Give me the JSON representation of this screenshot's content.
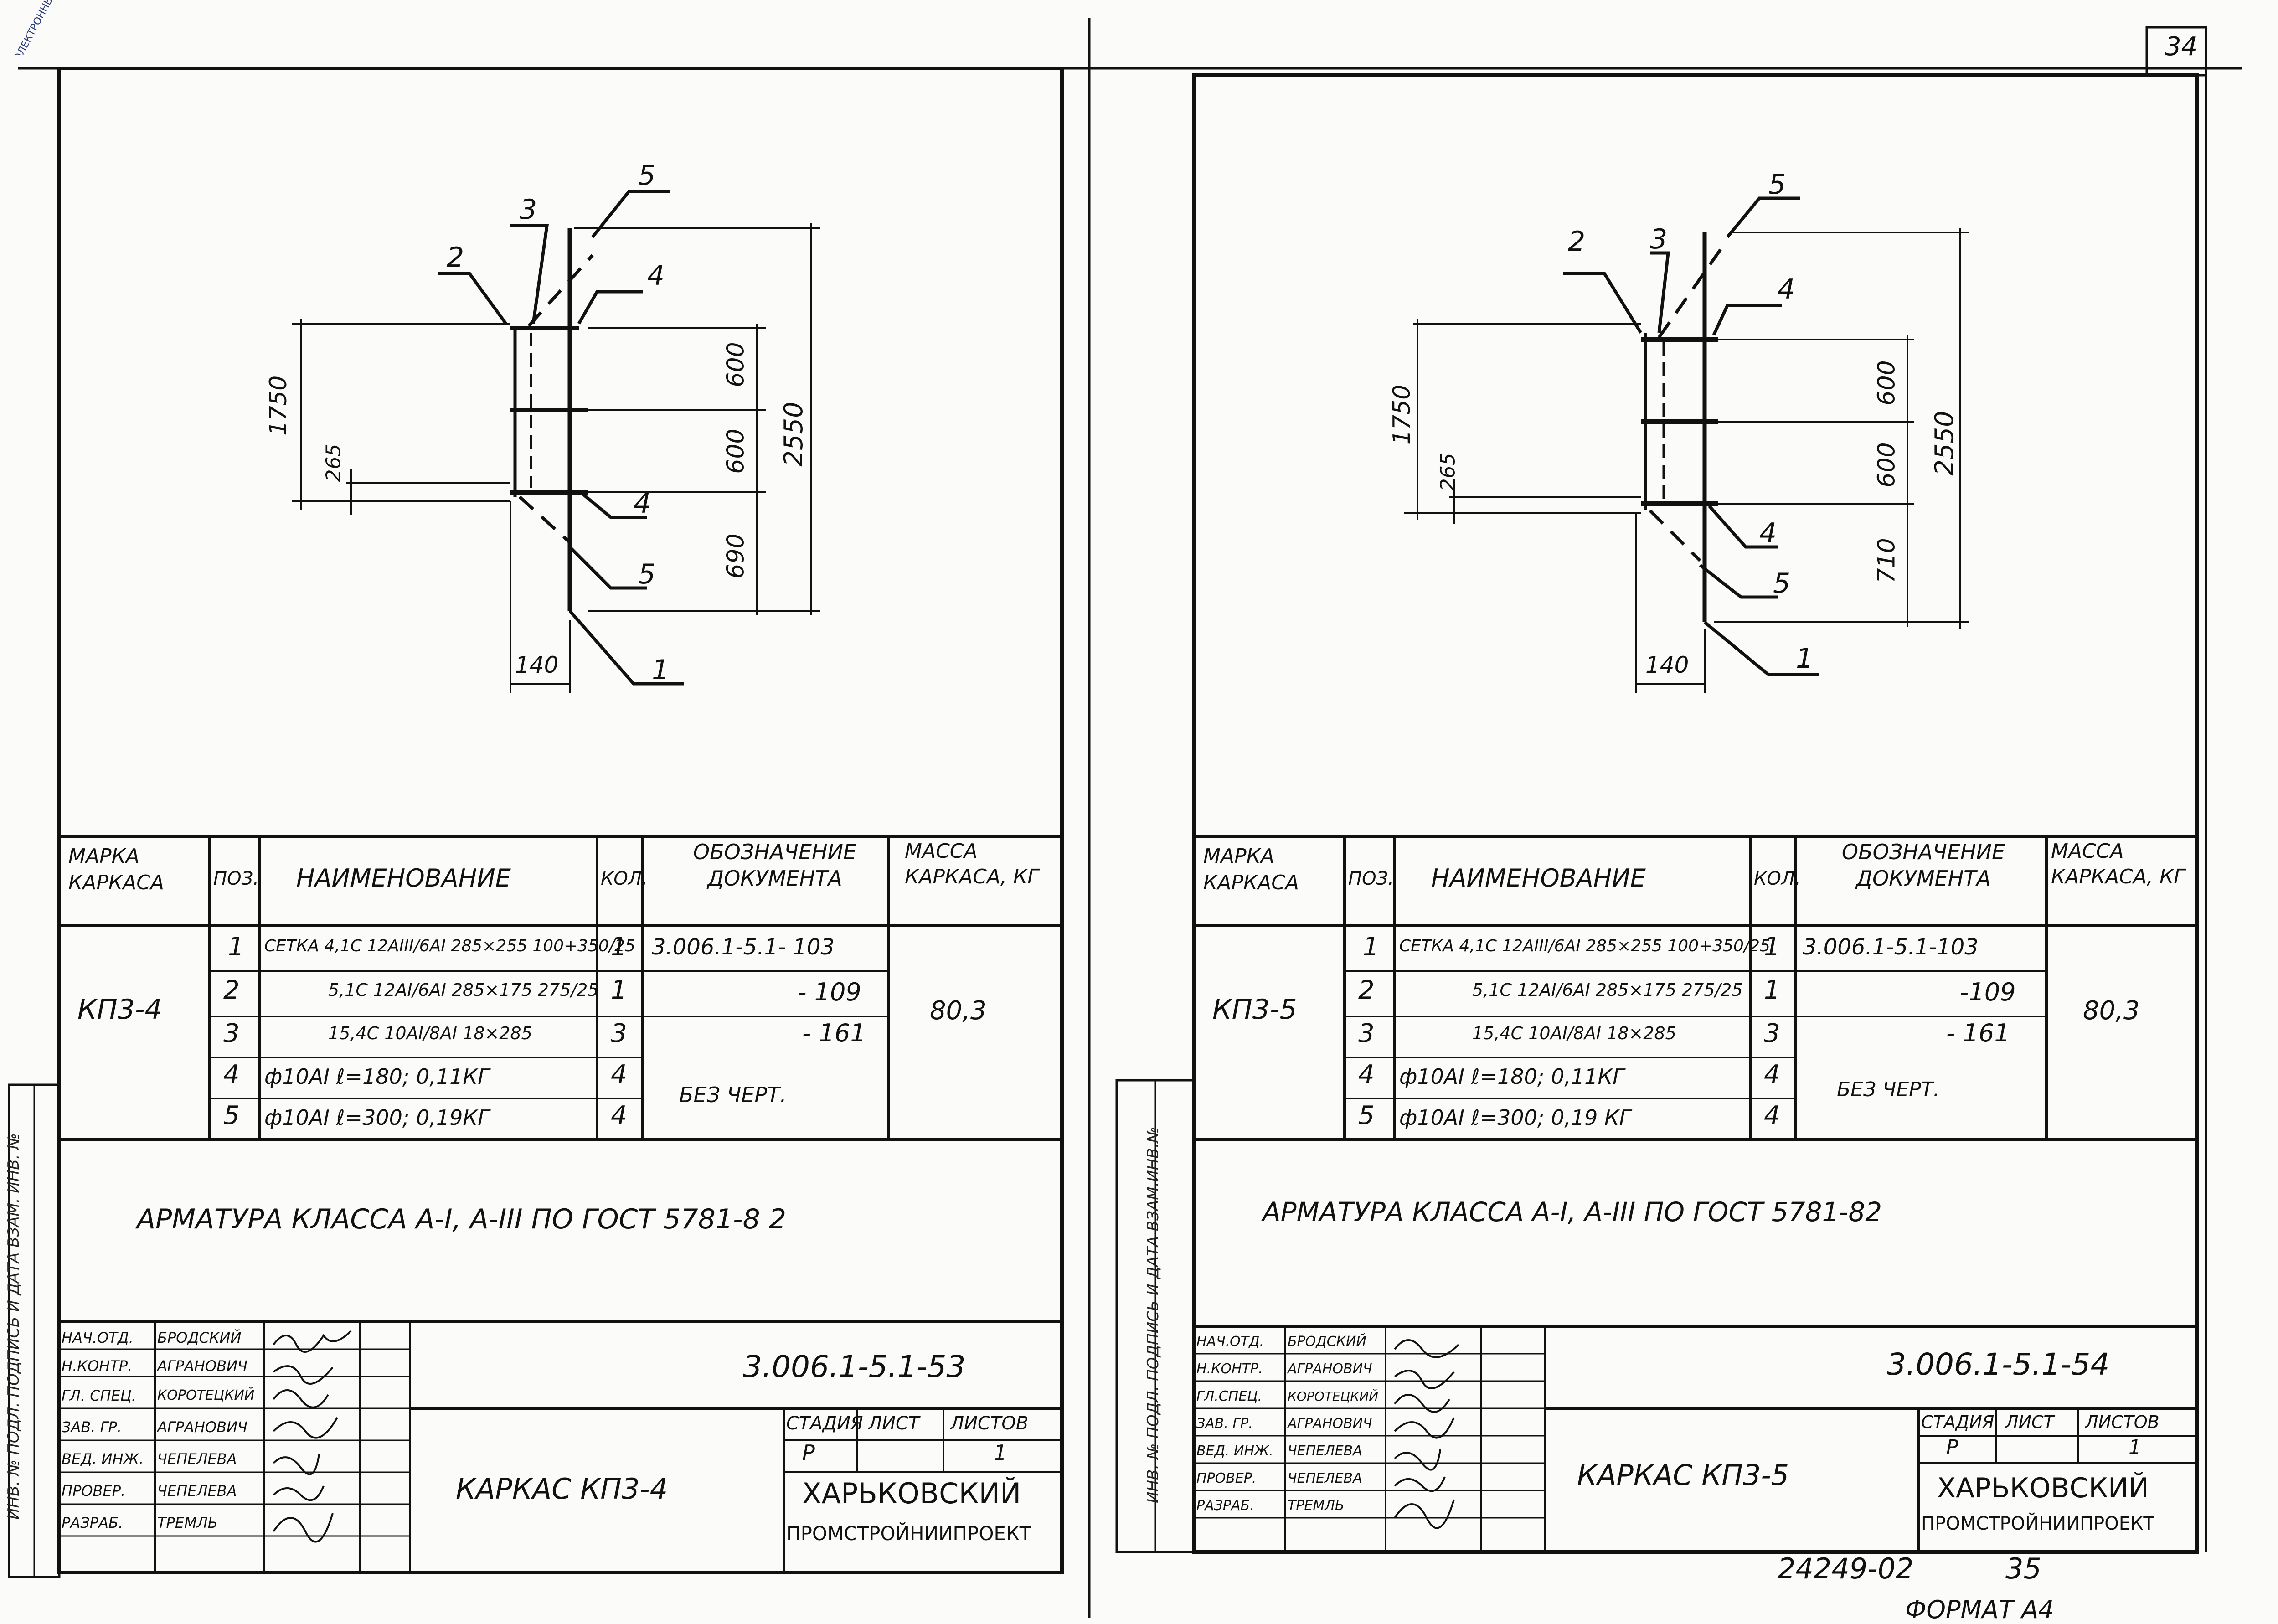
{
  "page_number": "34",
  "footer": {
    "code": "24249-02",
    "page": "35",
    "format": "ФОРМАТ А4"
  },
  "side_stamp": {
    "left_vertical": "ИНВ. № ПОДЛ.  ПОДПИСЬ И ДАТА  ВЗАМ. ИНВ. №",
    "right_vertical": "ИНВ. № ПОДЛ.  ПОДПИСЬ И ДАТА  ВЗАМ.ИНВ.№",
    "corner_stamp": "ЭЛЕКТРОННЫЙ АРХИВ"
  },
  "sheets": [
    {
      "drawing": {
        "callouts": [
          "1",
          "2",
          "3",
          "4",
          "4",
          "5",
          "5"
        ],
        "dims": {
          "w": "140",
          "left": "1750",
          "small": "265",
          "top": "600",
          "mid": "600",
          "bottom": "690",
          "total": "2550"
        }
      },
      "spec": {
        "headers": {
          "mark": "МАРКА КАРКАСА",
          "pos": "ПОЗ.",
          "name": "НАИМЕНОВАНИЕ",
          "qty": "КОЛ.",
          "doc": "ОБОЗНАЧЕНИЕ ДОКУМЕНТА",
          "mass": "МАССА КАРКАСА, КГ"
        },
        "mark": "КП3-4",
        "mass": "80,3",
        "rows": [
          {
            "pos": "1",
            "name": "СЕТКА 4,1С 12АIII/6АI 285×255 100+350/25",
            "qty": "1",
            "doc": "3.006.1-5.1- 103"
          },
          {
            "pos": "2",
            "name": "5,1С 12АI/6АI 285×175 275/25",
            "qty": "1",
            "doc": "- 109"
          },
          {
            "pos": "3",
            "name": "15,4С 10АI/8АI 18×285",
            "qty": "3",
            "doc": "- 161"
          },
          {
            "pos": "4",
            "name": "ф10АI  ℓ=180;  0,11КГ",
            "qty": "4",
            "doc": ""
          },
          {
            "pos": "5",
            "name": "ф10АI  ℓ=300;  0,19КГ",
            "qty": "4",
            "doc": ""
          }
        ],
        "doc_note": "БЕЗ ЧЕРТ."
      },
      "note": "АРМАТУРА  КЛАССА  А-I,  А-III  ПО  ГОСТ 5781-8 2",
      "title_block": {
        "roles": [
          "НАЧ.ОТД.",
          "Н.КОНТР.",
          "ГЛ. СПЕЦ.",
          "ЗАВ. ГР.",
          "ВЕД. ИНЖ.",
          "ПРОВЕР.",
          "РАЗРАБ."
        ],
        "names": [
          "БРОДСКИЙ",
          "АГРАНОВИЧ",
          "КОРОТЕЦКИЙ",
          "АГРАНОВИЧ",
          "ЧЕПЕЛЕВА",
          "ЧЕПЕЛЕВА",
          "ТРЕМЛЬ"
        ],
        "code": "3.006.1-5.1-53",
        "title": "КАРКАС КП3-4",
        "stage_label": "СТАДИЯ",
        "sheet_label": "ЛИСТ",
        "sheets_label": "ЛИСТОВ",
        "stage": "Р",
        "sheet": "",
        "sheets": "1",
        "org1": "ХАРЬКОВСКИЙ",
        "org2": "ПРОМСТРОЙНИИПРОЕКТ"
      }
    },
    {
      "drawing": {
        "callouts": [
          "1",
          "2",
          "3",
          "4",
          "4",
          "5",
          "5"
        ],
        "dims": {
          "w": "140",
          "left": "1750",
          "small": "265",
          "top": "600",
          "mid": "600",
          "bottom": "710",
          "total": "2550"
        }
      },
      "spec": {
        "headers": {
          "mark": "МАРКА КАРКАСА",
          "pos": "ПОЗ.",
          "name": "НАИМЕНОВАНИЕ",
          "qty": "КОЛ.",
          "doc": "ОБОЗНАЧЕНИЕ ДОКУМЕНТА",
          "mass": "МАССА КАРКАСА, КГ"
        },
        "mark": "КП3-5",
        "mass": "80,3",
        "rows": [
          {
            "pos": "1",
            "name": "СЕТКА 4,1С 12АIII/6АI 285×255 100+350/25",
            "qty": "1",
            "doc": "3.006.1-5.1-103"
          },
          {
            "pos": "2",
            "name": "5,1С 12АI/6АI 285×175 275/25",
            "qty": "1",
            "doc": "-109"
          },
          {
            "pos": "3",
            "name": "15,4С 10АI/8АI 18×285",
            "qty": "3",
            "doc": "- 161"
          },
          {
            "pos": "4",
            "name": "ф10АI  ℓ=180;  0,11КГ",
            "qty": "4",
            "doc": ""
          },
          {
            "pos": "5",
            "name": "ф10АI  ℓ=300;  0,19 КГ",
            "qty": "4",
            "doc": ""
          }
        ],
        "doc_note": "БЕЗ ЧЕРТ."
      },
      "note": "АРМАТУРА  КЛАССА  А-I,  А-III  ПО  ГОСТ 5781-82",
      "title_block": {
        "roles": [
          "НАЧ.ОТД.",
          "Н.КОНТР.",
          "ГЛ.СПЕЦ.",
          "ЗАВ. ГР.",
          "ВЕД. ИНЖ.",
          "ПРОВЕР.",
          "РАЗРАБ."
        ],
        "names": [
          "БРОДСКИЙ",
          "АГРАНОВИЧ",
          "КОРОТЕЦКИЙ",
          "АГРАНОВИЧ",
          "ЧЕПЕЛЕВА",
          "ЧЕПЕЛЕВА",
          "ТРЕМЛЬ"
        ],
        "code": "3.006.1-5.1-54",
        "title": "КАРКАС КП3-5",
        "stage_label": "СТАДИЯ",
        "sheet_label": "ЛИСТ",
        "sheets_label": "ЛИСТОВ",
        "stage": "Р",
        "sheet": "",
        "sheets": "1",
        "org1": "ХАРЬКОВСКИЙ",
        "org2": "ПРОМСТРОЙНИИПРОЕКТ"
      }
    }
  ]
}
